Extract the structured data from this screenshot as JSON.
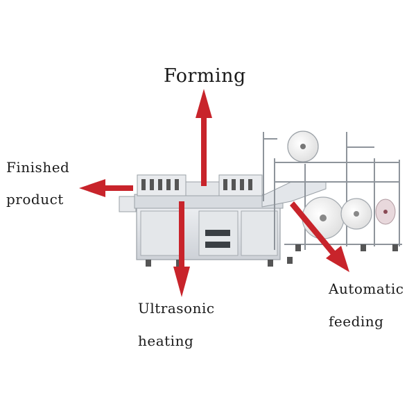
{
  "labels": {
    "forming": "Forming",
    "finished_line1": "Finished",
    "finished_line2": "product",
    "ultrasonic_line1": "Ultrasonic",
    "ultrasonic_line2": "heating",
    "automatic_line1": "Automatic",
    "automatic_line2": "feeding"
  },
  "colors": {
    "arrow": "#c8242b",
    "machine_body": "#dfe2e6",
    "machine_panel": "#cfd3d9",
    "frame": "#8e949b",
    "roll": "#f4f4f4"
  },
  "icons": {
    "arrow_up": "arrow-up-icon",
    "arrow_left": "arrow-left-icon",
    "arrow_down": "arrow-down-icon",
    "arrow_diagonal": "arrow-down-right-icon"
  }
}
